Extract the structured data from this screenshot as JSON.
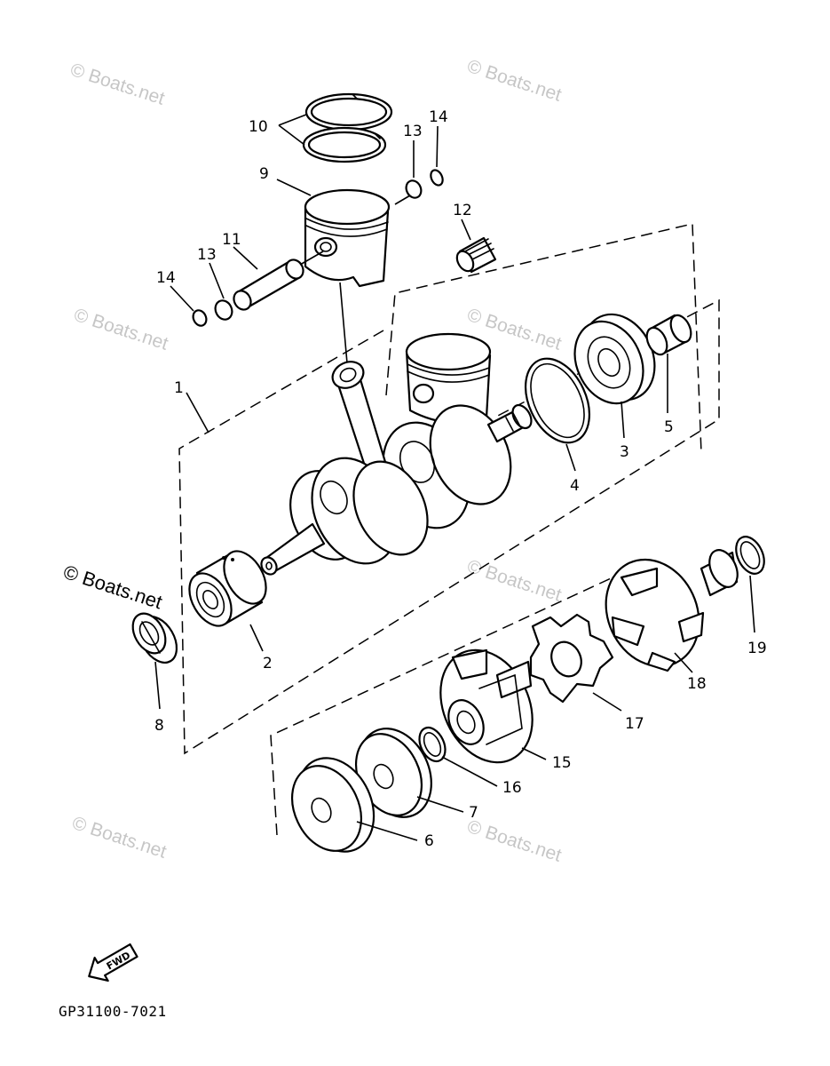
{
  "diagram": {
    "callouts": {
      "c1": "1",
      "c2": "2",
      "c3": "3",
      "c4": "4",
      "c5": "5",
      "c6": "6",
      "c7": "7",
      "c8": "8",
      "c9": "9",
      "c10": "10",
      "c11": "11",
      "c12": "12",
      "c13a": "13",
      "c13b": "13",
      "c14a": "14",
      "c14b": "14",
      "c15": "15",
      "c16": "16",
      "c17": "17",
      "c18": "18",
      "c19": "19"
    },
    "watermarks": [
      "© Boats.net",
      "© Boats.net",
      "© Boats.net",
      "© Boats.net",
      "© Boats.net",
      "© Boats.net",
      "© Boats.net",
      "© Boats.net"
    ],
    "fwd_label": "FWD",
    "diagram_code": "GP31100-7021"
  }
}
